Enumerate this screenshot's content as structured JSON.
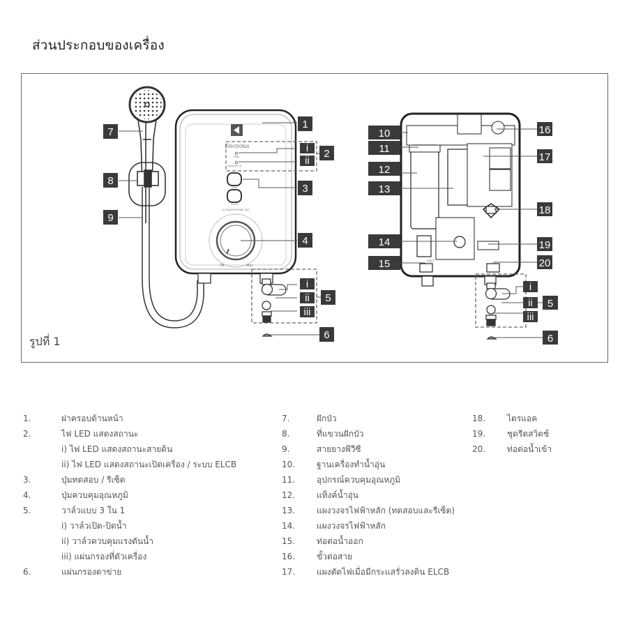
{
  "page": {
    "title": "ส่วนประกอบของเครื่อง",
    "figure_caption": "รูปที่ 1"
  },
  "front_panel": {
    "brand": "Electrolux",
    "led_labels": [
      "Earth",
      "Power/ELCB"
    ],
    "button_labels": [
      "Test",
      "Reset"
    ],
    "model": "ULTIMATEHOME 300",
    "dial_labels": {
      "off": "Off",
      "max": "Max",
      "arc": "Temperature"
    }
  },
  "callouts": {
    "left": [
      "1",
      "i",
      "ii",
      "2",
      "3",
      "4",
      "i",
      "ii",
      "iii",
      "5",
      "6",
      "7",
      "8",
      "9"
    ],
    "right": [
      "10",
      "11",
      "12",
      "13",
      "14",
      "15",
      "16",
      "17",
      "18",
      "19",
      "20",
      "i",
      "ii",
      "iii",
      "5",
      "6"
    ],
    "internal_marks": {
      "out": "OUT"
    }
  },
  "colors": {
    "badge": "#3a3a3a",
    "line": "#555555",
    "frame": "#6a6a6a"
  },
  "legend": {
    "col1": [
      {
        "num": "1.",
        "text": "ฝาครอบด้านหน้า"
      },
      {
        "num": "2.",
        "text": "ไฟ LED แสดงสถานะ"
      },
      {
        "num": "",
        "text": "i) ไฟ LED แสดงสถานะสายดิน"
      },
      {
        "num": "",
        "text": "ii) ไฟ LED แสดงสถานะเปิดเครื่อง / ระบบ ELCB"
      },
      {
        "num": "3.",
        "text": "ปุ่มทดสอบ / รีเซ็ต"
      },
      {
        "num": "4.",
        "text": "ปุ่มควบคุมอุณหภูมิ"
      },
      {
        "num": "5.",
        "text": "วาล์วแบบ 3 ใน 1"
      },
      {
        "num": "",
        "text": "i) วาล์วเปิด-ปิดน้ำ"
      },
      {
        "num": "",
        "text": "ii) วาล์วควบคุมแรงดันน้ำ"
      },
      {
        "num": "",
        "text": "iii) แผ่นกรองที่ตัวเครื่อง"
      },
      {
        "num": "6.",
        "text": "แผ่นกรองตาข่าย"
      }
    ],
    "col2": [
      {
        "num": "7.",
        "text": "ฝักบัว"
      },
      {
        "num": "8.",
        "text": "ที่แขวนฝักบัว"
      },
      {
        "num": "9.",
        "text": "สายยางพีวีซี"
      },
      {
        "num": "10.",
        "text": "ฐานเครื่องทำน้ำอุ่น"
      },
      {
        "num": "11.",
        "text": "อุปกรณ์ควบคุมอุณหภูมิ"
      },
      {
        "num": "12.",
        "text": "แท็งค์น้ำอุ่น"
      },
      {
        "num": "13.",
        "text": "แผงวงจรไฟฟ้าหลัก (ทดสอบและรีเซ็ต)"
      },
      {
        "num": "14.",
        "text": "แผงวงจรไฟฟ้าหลัก"
      },
      {
        "num": "15.",
        "text": "ท่อต่อน้ำออก"
      },
      {
        "num": "16.",
        "text": "ขั้วต่อสาย"
      },
      {
        "num": "17.",
        "text": "แผงตัดไฟเมื่อมีกระแสรั่วลงดิน ELCB"
      }
    ],
    "col3": [
      {
        "num": "18.",
        "text": "ไตรแอค"
      },
      {
        "num": "19.",
        "text": "ชุดรีดสวิตช์"
      },
      {
        "num": "20.",
        "text": "ท่อต่อน้ำเข้า"
      }
    ]
  }
}
